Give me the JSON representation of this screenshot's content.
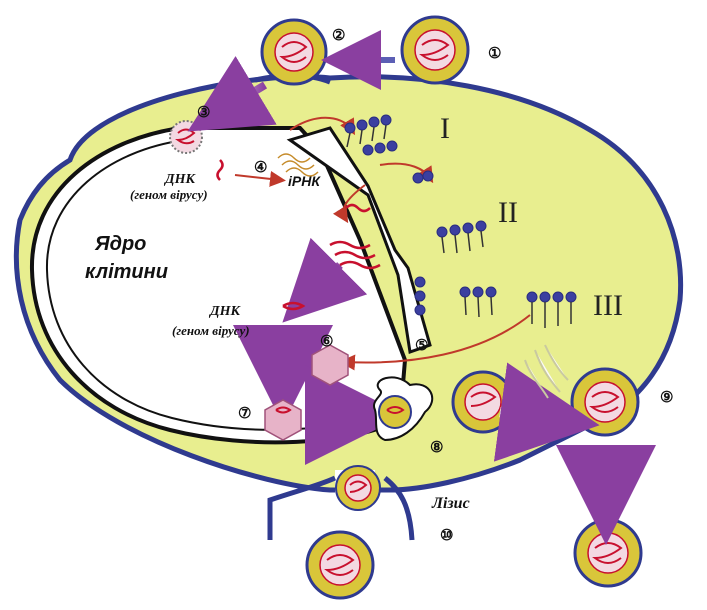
{
  "labels": {
    "nucleus": [
      "Ядро",
      "клітини"
    ],
    "dna_genome_1": [
      "ДНК",
      "(геном вірусу)"
    ],
    "irna": "іРНК",
    "dna_genome_2": [
      "ДНК",
      "(геном вірусу)"
    ],
    "lysis": "Лізис"
  },
  "stages": [
    "①",
    "②",
    "③",
    "④",
    "⑤",
    "⑥",
    "⑦",
    "⑧",
    "⑨",
    "⑩"
  ],
  "phases": [
    "I",
    "II",
    "III"
  ],
  "colors": {
    "cytoplasm": "#e8ee8f",
    "membrane": "#2f3a8f",
    "virus_capsid": "#d9c63a",
    "virus_core": "#f3d9e2",
    "dna": "#c8102e",
    "arrow": "#8a3fa0",
    "ribosome": "#3b3fa0"
  }
}
